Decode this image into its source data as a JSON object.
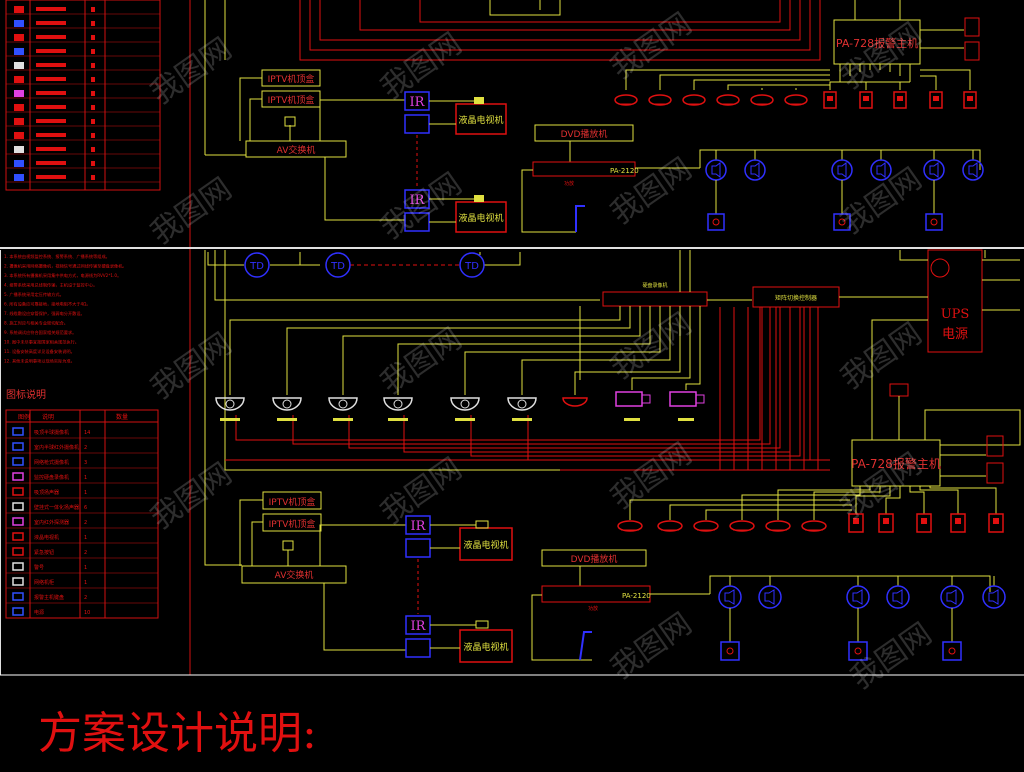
{
  "labels": {
    "pa728_host": "PA-728报警主机",
    "iptv_top_box": "IPTV机顶盒",
    "av_switch": "AV交换机",
    "ir": "IR",
    "lcd_tv": "液晶电视机",
    "dvd_player": "DVD播放机",
    "ups_line1": "UPS",
    "ups_line2": "电源",
    "td": "TD",
    "amp_small": "功放",
    "amp_model": "PA-2120",
    "hdd_recorder": "硬盘录像机",
    "switcher": "矩阵切换控制器"
  },
  "legend": {
    "title": "图标说明",
    "headers": [
      "图例",
      "说明",
      "数量"
    ],
    "rows": [
      {
        "desc": "吸顶半球摄像机",
        "qty": "14"
      },
      {
        "desc": "室内半球红外摄像机",
        "qty": "2"
      },
      {
        "desc": "网络枪式摄像机",
        "qty": "3"
      },
      {
        "desc": "监控硬盘录像机",
        "qty": "1"
      },
      {
        "desc": "吸顶扬声器",
        "qty": "1"
      },
      {
        "desc": "壁挂式一体化扬声器",
        "qty": "6"
      },
      {
        "desc": "室内红外探测器",
        "qty": "2"
      },
      {
        "desc": "液晶电视机",
        "qty": "1"
      },
      {
        "desc": "紧急按钮",
        "qty": "2"
      },
      {
        "desc": "警号",
        "qty": "1"
      },
      {
        "desc": "网络机柜",
        "qty": "1"
      },
      {
        "desc": "报警主机键盘",
        "qty": "2"
      },
      {
        "desc": "电源",
        "qty": "10"
      }
    ]
  },
  "notes": [
    "1. 本系统由视频监控系统、报警系统、广播系统等组成。",
    "2. 摄像机采用网络摄像机，视频信号通过网线传输至硬盘录像机。",
    "3. 本系统所有摄像机采用集中供电方式，电源线为RVV2*1.0。",
    "4. 报警系统采用总线制传输，主机设于监控中心。",
    "5. 广播系统采用定压传输方式。",
    "6. 所有设备应可靠接地，接地电阻不大于4Ω。",
    "7. 线缆敷设应穿管保护，强弱电分开敷设。",
    "8. 施工时应与相关专业密切配合。",
    "9. 系统调试应符合国家相关规范要求。",
    "10. 图中未尽事宜按国家相关规范执行。",
    "11. 设备安装高度详见设备安装说明。",
    "12. 其他未说明事项以现场实际为准。"
  ],
  "footer_title": "方案设计说明:",
  "watermark": "我图网"
}
